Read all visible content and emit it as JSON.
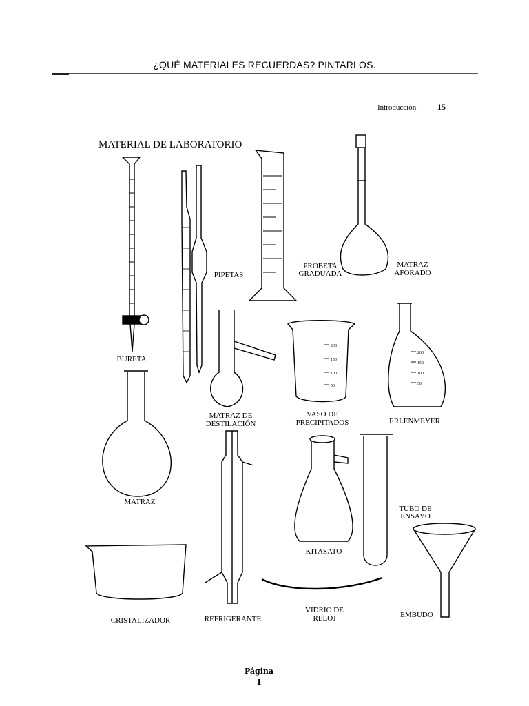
{
  "header": {
    "title": "¿QUÉ MATERIALES RECUERDAS? PINTARLOS."
  },
  "book": {
    "section": "Introducción",
    "page": "15"
  },
  "figure": {
    "title": "MATERIAL DE LABORATORIO",
    "labels": {
      "bureta": "BURETA",
      "pipetas": "PIPETAS",
      "probeta": [
        "PROBETA",
        "GRADUADA"
      ],
      "matraz_aforado": [
        "MATRAZ",
        "AFORADO"
      ],
      "matraz_destilacion": [
        "MATRAZ DE",
        "DESTILACIÓN"
      ],
      "vaso": [
        "VASO DE",
        "PRECIPITADOS"
      ],
      "erlenmeyer": "ERLENMEYER",
      "matraz": "MATRAZ",
      "kitasato": "KITASATO",
      "tubo": [
        "TUBO DE",
        "ENSAYO"
      ],
      "cristalizador": "CRISTALIZADOR",
      "refrigerante": "REFRIGERANTE",
      "vidrio": [
        "VIDRIO DE",
        "RELOJ"
      ],
      "embudo": "EMBUDO"
    },
    "beaker_scale": [
      "200",
      "150",
      "100",
      "50"
    ],
    "erlenmeyer_scale": [
      "200",
      "150",
      "100",
      "50"
    ]
  },
  "footer": {
    "page_label": "Página",
    "page_number": "1"
  }
}
